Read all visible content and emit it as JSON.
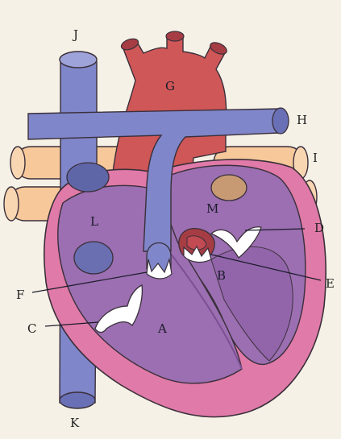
{
  "labels": {
    "A": "A",
    "B": "B",
    "C": "C",
    "D": "D",
    "E": "E",
    "F": "F",
    "G": "G",
    "H": "H",
    "I": "I",
    "J": "J",
    "K": "K",
    "L": "L",
    "M": "M"
  },
  "colors": {
    "background": "#f6f1e6",
    "pericardium": "#e07aa8",
    "chamber": "#9b6fb1",
    "chamber_dark": "#8c5ea4",
    "vein": "#7f86c9",
    "vein_dark": "#5f66a8",
    "aorta": "#cf5757",
    "aorta_dark": "#a63d44",
    "pulmonary_vessel": "#f6c89a",
    "valve": "#ffffff",
    "vessel_opening": "#c79a73",
    "outline": "#3a2f3a"
  }
}
